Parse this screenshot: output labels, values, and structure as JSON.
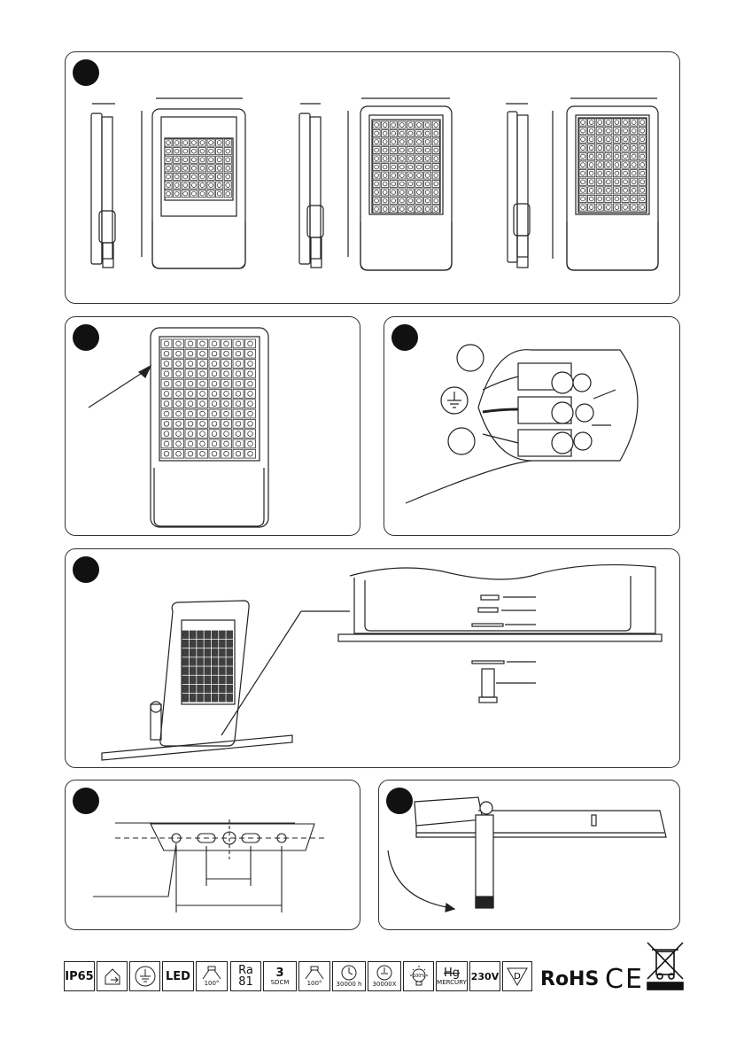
{
  "page": {
    "title": ""
  },
  "steps": [
    {
      "id": "dimensions"
    },
    {
      "id": "lens-cleaning"
    },
    {
      "id": "wiring"
    },
    {
      "id": "mounting"
    },
    {
      "id": "drilling"
    },
    {
      "id": "tilting"
    }
  ],
  "icons": [
    {
      "name": "ip-rating-icon",
      "main": "IP65",
      "sub": ""
    },
    {
      "name": "indoor-outdoor-icon",
      "main": "",
      "sub": ""
    },
    {
      "name": "earth-ground-icon",
      "main": "",
      "sub": ""
    },
    {
      "name": "led-icon",
      "main": "LED",
      "sub": ""
    },
    {
      "name": "beam-angle-icon",
      "main": "",
      "sub": "100°"
    },
    {
      "name": "cri-icon",
      "main": "Ra",
      "sub": "81"
    },
    {
      "name": "color-consistency-icon",
      "main": "3",
      "sub": "SDCM"
    },
    {
      "name": "beam-angle-icon-2",
      "main": "",
      "sub": "100°"
    },
    {
      "name": "lifetime-icon",
      "main": "",
      "sub": "30000 h"
    },
    {
      "name": "switching-cycles-icon",
      "main": "",
      "sub": "30000X"
    },
    {
      "name": "instant-light-icon",
      "main": "",
      "sub": "100%"
    },
    {
      "name": "mercury-free-icon",
      "main": "Hg",
      "sub": "MERCURY"
    },
    {
      "name": "voltage-icon",
      "main": "230V",
      "sub": ""
    },
    {
      "name": "d-mark-icon",
      "main": "D",
      "sub": ""
    }
  ],
  "logos": {
    "rohs": "RoHS",
    "ce": "CE"
  }
}
